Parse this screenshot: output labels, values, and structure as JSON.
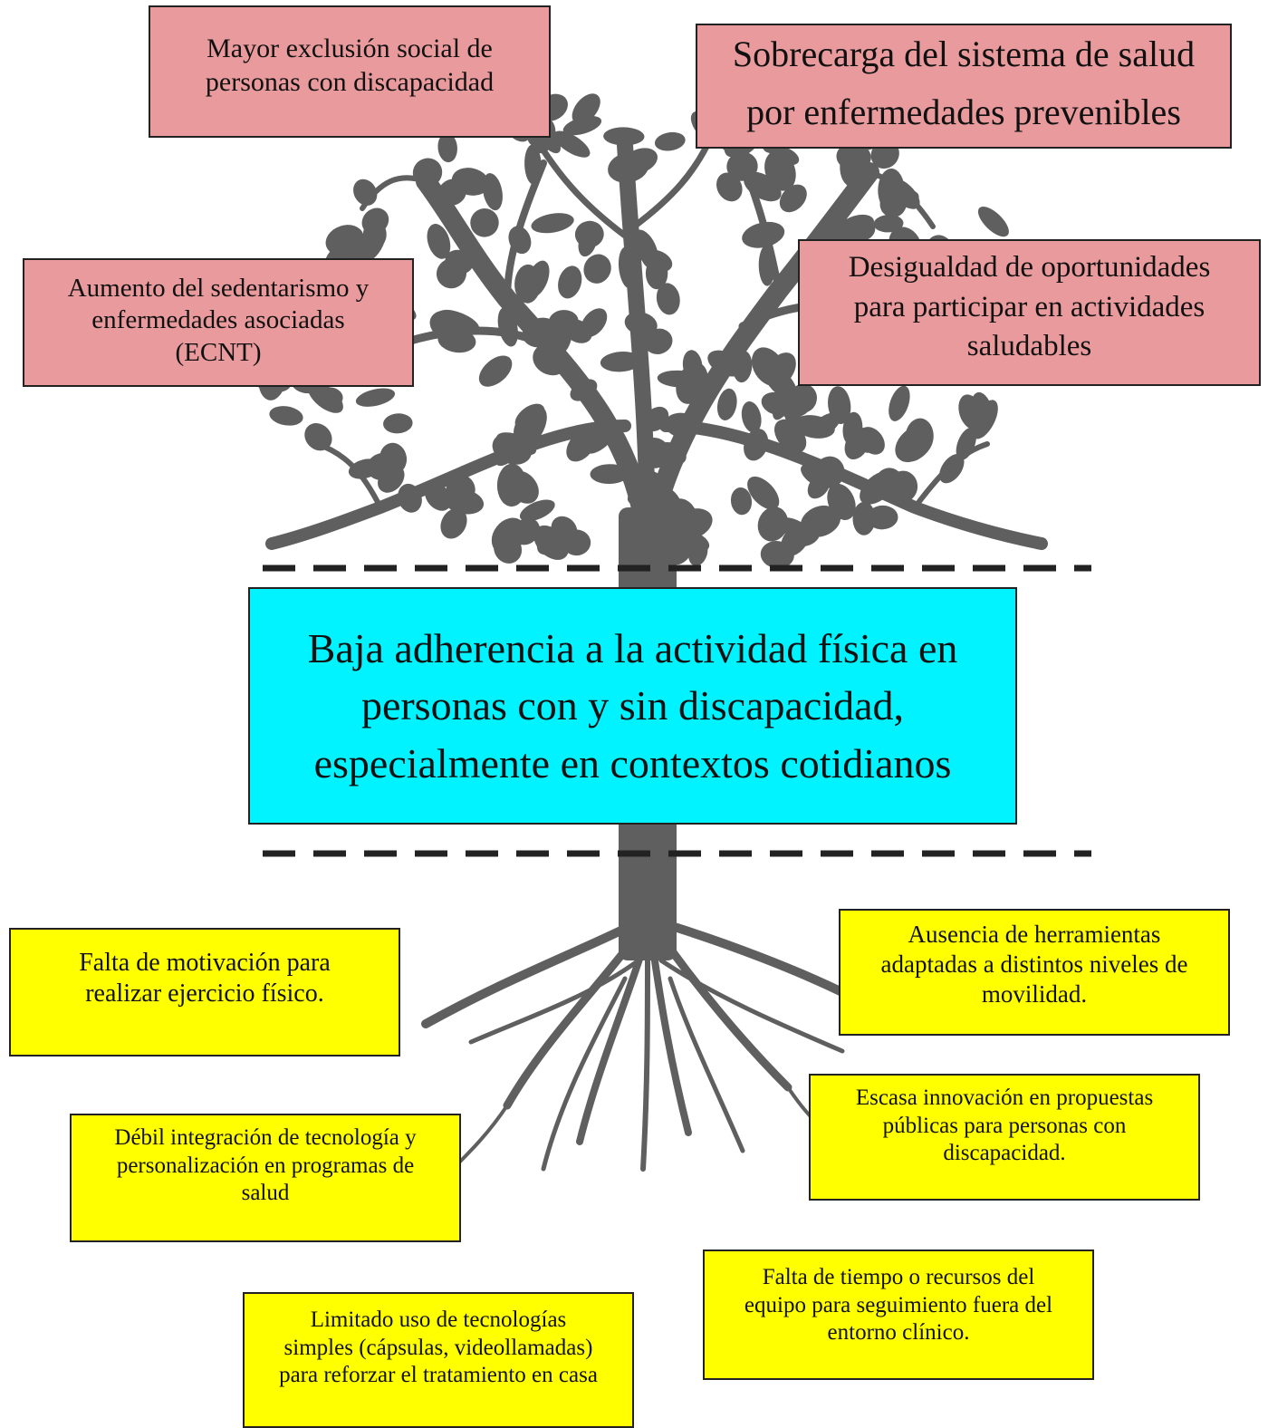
{
  "colors": {
    "effect_fill": "#e99a9c",
    "problem_fill": "#00f3ff",
    "cause_fill": "#ffff00",
    "tree": "#5f5f5f",
    "dashed_line": "#222222"
  },
  "effects": [
    {
      "lines": [
        "Mayor exclusión social de",
        "personas con discapacidad"
      ]
    },
    {
      "lines": [
        "Sobrecarga del sistema de salud",
        "por enfermedades prevenibles"
      ]
    },
    {
      "lines": [
        "Aumento del sedentarismo y",
        "enfermedades asociadas",
        "(ECNT)"
      ]
    },
    {
      "lines": [
        "Desigualdad de oportunidades",
        "para participar en actividades",
        "saludables"
      ]
    }
  ],
  "problem": {
    "lines": [
      "Baja adherencia a la actividad física en",
      "personas con y sin discapacidad,",
      "especialmente en contextos cotidianos"
    ]
  },
  "causes": [
    {
      "lines": [
        "Falta de motivación para",
        "realizar ejercicio físico."
      ]
    },
    {
      "lines": [
        "Ausencia de herramientas",
        "adaptadas a distintos niveles de",
        "movilidad."
      ]
    },
    {
      "lines": [
        "Débil integración de tecnología y",
        "personalización en programas de",
        "salud"
      ]
    },
    {
      "lines": [
        "Escasa innovación en propuestas",
        "públicas para personas con",
        "discapacidad."
      ]
    },
    {
      "lines": [
        "Limitado uso de tecnologías",
        "simples (cápsulas, videollamadas)",
        "para reforzar el tratamiento en casa"
      ]
    },
    {
      "lines": [
        "Falta de tiempo o recursos del",
        "equipo para seguimiento fuera del",
        "entorno clínico."
      ]
    }
  ]
}
